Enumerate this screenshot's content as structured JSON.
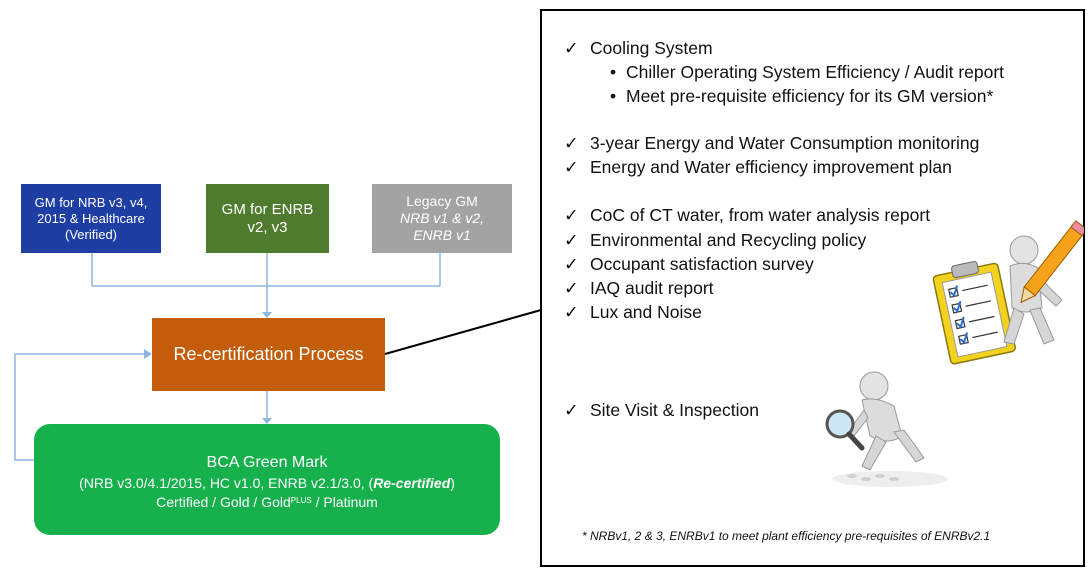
{
  "sources": {
    "nrb": {
      "l1": "GM for NRB v3, v4,",
      "l2": "2015 & Healthcare",
      "l3": "(Verified)"
    },
    "enrb": {
      "l1": "GM for ENRB",
      "l2": "v2, v3"
    },
    "legacy": {
      "l1": "Legacy GM",
      "l2": "NRB v1 & v2,",
      "l3": "ENRB v1"
    }
  },
  "process": {
    "label": "Re-certification Process"
  },
  "result": {
    "title": "BCA Green Mark",
    "versions": "(NRB v3.0/4.1/2015, HC v1.0, ENRB v2.1/3.0, (",
    "recert": "Re-certified",
    "close": ")",
    "tiers_a": "Certified / Gold / Gold",
    "tiers_sup": "PLUS",
    "tiers_b": " / Platinum"
  },
  "panel": {
    "check": "✓",
    "bullet": "•",
    "items": {
      "cooling": "Cooling System",
      "cooling_sub1": "Chiller Operating System Efficiency / Audit report",
      "cooling_sub2": "Meet pre-requisite efficiency for its GM version*",
      "monitoring": "3-year Energy and Water Consumption monitoring",
      "improvement": "Energy and Water efficiency improvement plan",
      "coc": "CoC of CT water, from water analysis report",
      "policy": "Environmental and Recycling policy",
      "survey": "Occupant satisfaction survey",
      "iaq": "IAQ audit report",
      "lux": "Lux and Noise",
      "site": "Site Visit & Inspection"
    },
    "footnote": "* NRBv1, 2 & 3, ENRBv1 to meet plant efficiency pre-requisites of ENRBv2.1"
  },
  "colors": {
    "nrb": "#1f3ea3",
    "enrb": "#4f7b2e",
    "legacy": "#a3a3a3",
    "process": "#c35d0a",
    "result": "#16b04d",
    "connector": "#8fb6db"
  }
}
